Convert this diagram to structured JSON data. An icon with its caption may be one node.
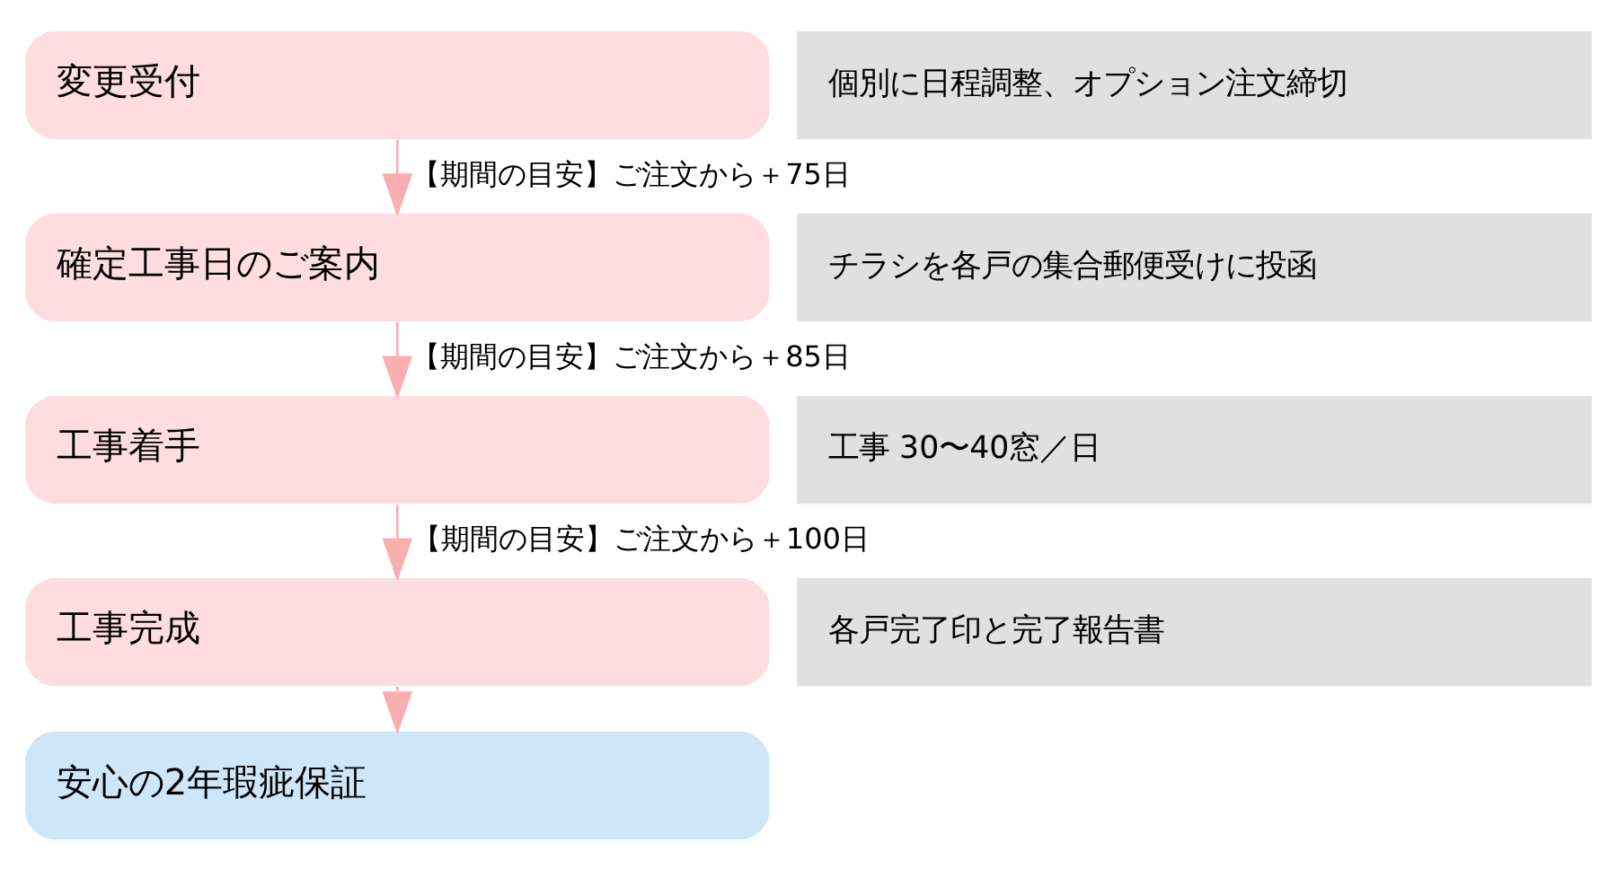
{
  "diagram": {
    "nodes": [
      {
        "text": [
          "変更受付"
        ]
      },
      {
        "text": [
          "個別に日程調整、オプション注文締切"
        ]
      },
      {
        "text": [
          "確定工事日のご案内"
        ]
      },
      {
        "text": [
          "チラシを各戸の集合郵便受けに投函"
        ]
      },
      {
        "text": [
          "工事着手"
        ]
      },
      {
        "text": [
          "工事 30〜40窓／日"
        ]
      },
      {
        "text": [
          "工事完成"
        ]
      },
      {
        "text": [
          "各戸完了印と完了報告書"
        ]
      },
      {
        "text": [
          "安心の2年瑕疵保証"
        ]
      }
    ],
    "edges": [
      {
        "from": 0,
        "to": 2,
        "arrow": "to",
        "label": "【期間の目安】ご注文から＋75日"
      },
      {
        "from": 2,
        "to": 4,
        "arrow": "to",
        "label": "【期間の目安】ご注文から＋85日"
      },
      {
        "from": 4,
        "to": 6,
        "arrow": "to",
        "label": "【期間の目安】ご注文から＋100日"
      },
      {
        "from": 6,
        "to": 8,
        "arrow": "to"
      }
    ]
  }
}
